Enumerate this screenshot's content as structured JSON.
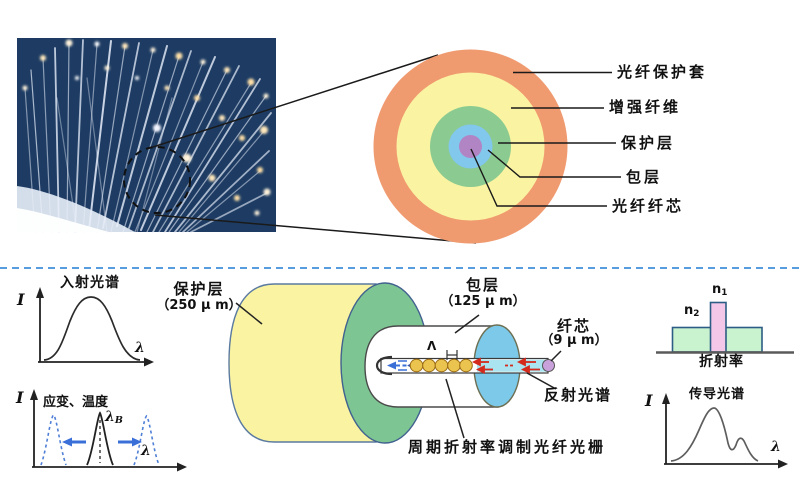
{
  "cross_section": {
    "labels": {
      "jacket": "光纤保护套",
      "strength_fiber": "增强纤维",
      "coating": "保护层",
      "cladding": "包层",
      "core": "光纤纤芯"
    },
    "colors": {
      "jacket": "#F09A70",
      "strength_fiber": "#FAF4A2",
      "coating": "#8BCA90",
      "cladding": "#82C7EC",
      "core": "#B184C4"
    }
  },
  "incident_spectrum": {
    "title": "入射光谱",
    "y_axis": "I",
    "x_axis": "λ"
  },
  "shifted_spectrum": {
    "annotation": "应变、温度",
    "y_axis": "I",
    "x_axis": "λ",
    "bragg_peak": {
      "base": "λ",
      "sub": "B"
    }
  },
  "fiber_structure": {
    "coating_label": "保护层",
    "coating_size": "（250 μ m）",
    "cladding_label": "包层",
    "cladding_size": "（125 μ m）",
    "core_label": "纤芯",
    "core_size": "（9 μ m）",
    "reflected_spectrum": "反射光谱",
    "grating_caption": "周期折射率调制光纤光栅",
    "period_symbol": "Λ"
  },
  "index_profile": {
    "n1": {
      "base": "n",
      "sub": "1"
    },
    "n2": {
      "base": "n",
      "sub": "2"
    },
    "caption": "折射率"
  },
  "transmitted_spectrum": {
    "title": "传导光谱",
    "y_axis": "I",
    "x_axis": "λ"
  },
  "accent_colors": {
    "separator_blue": "#3E8FD9",
    "arrow_blue": "#3A6FD8",
    "arrow_red": "#D42A1D",
    "grating_gold": "#EAC44F",
    "index_green": "#C9F2CE",
    "index_pink": "#F3C7E8"
  }
}
